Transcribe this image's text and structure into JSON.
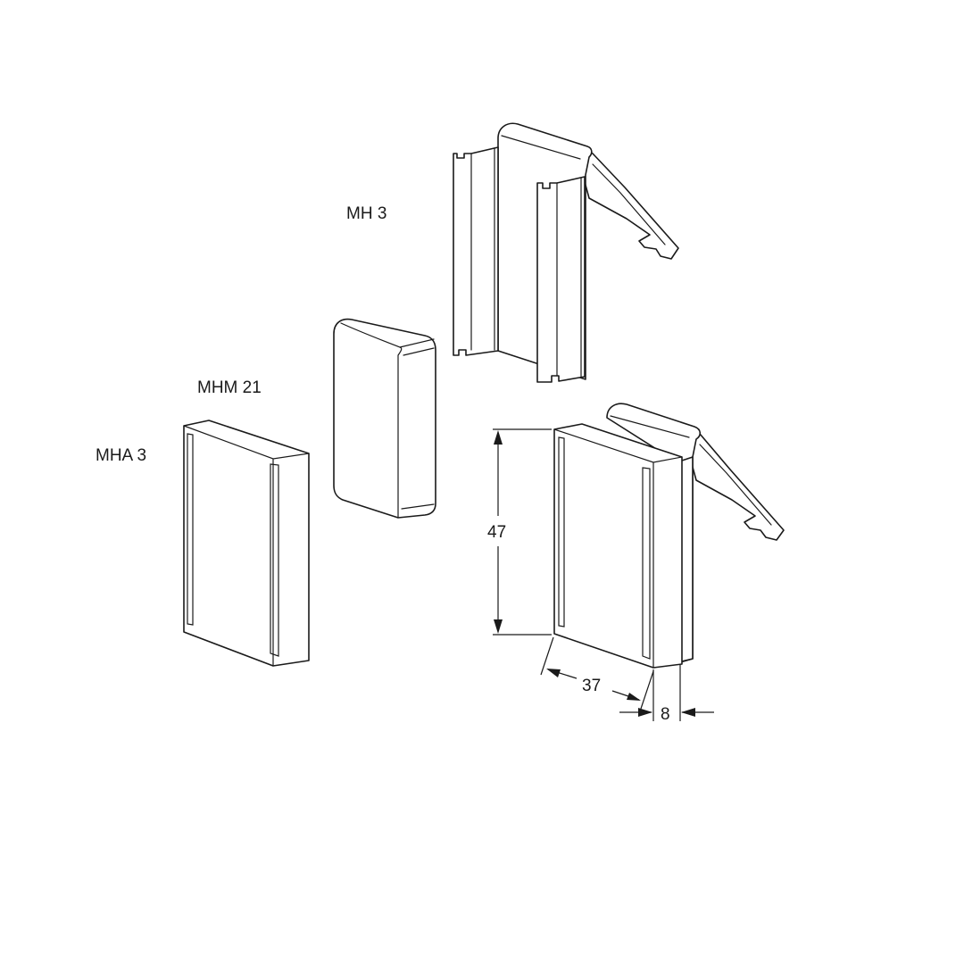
{
  "labels": {
    "mh3": "MH 3",
    "mhm21": "MHM 21",
    "mha3": "MHA 3"
  },
  "dimensions": {
    "height": "47",
    "width": "37",
    "depth": "8"
  },
  "colors": {
    "stroke": "#1a1a1a",
    "background": "#ffffff"
  }
}
